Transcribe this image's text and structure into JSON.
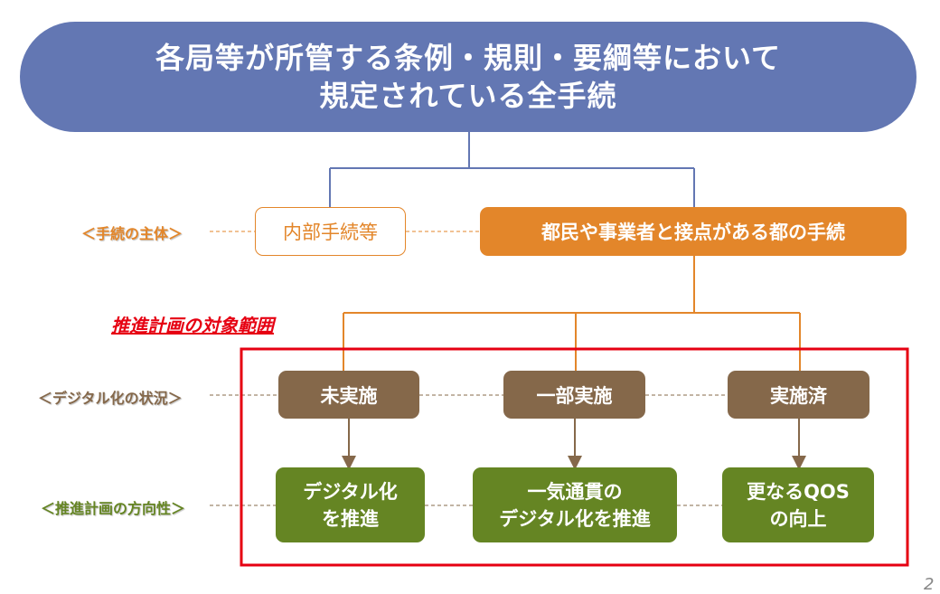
{
  "title": {
    "line1": "各局等が所管する条例・規則・要綱等において",
    "line2": "規定されている全手続"
  },
  "colors": {
    "title_fill": "#6377b3",
    "citizen_fill": "#e3862a",
    "status_fill": "#85684a",
    "direction_fill": "#658523",
    "scope_red": "#e60012"
  },
  "row_labels": {
    "actor": "＜手続の主体＞",
    "digital_status": "＜デジタル化の状況＞",
    "direction": "＜推進計画の方向性＞"
  },
  "actor_nodes": {
    "internal": "内部手続等",
    "citizen": "都民や事業者と接点がある都の手続"
  },
  "scope_label": "推進計画の対象範囲",
  "status_nodes": [
    "未実施",
    "一部実施",
    "実施済"
  ],
  "direction_nodes": [
    {
      "line1": "デジタル化",
      "line2": "を推進"
    },
    {
      "line1": "一気通貫の",
      "line2": "デジタル化を推進"
    },
    {
      "line1": "更なるQOS",
      "line2": "の向上"
    }
  ],
  "page_number": "2"
}
